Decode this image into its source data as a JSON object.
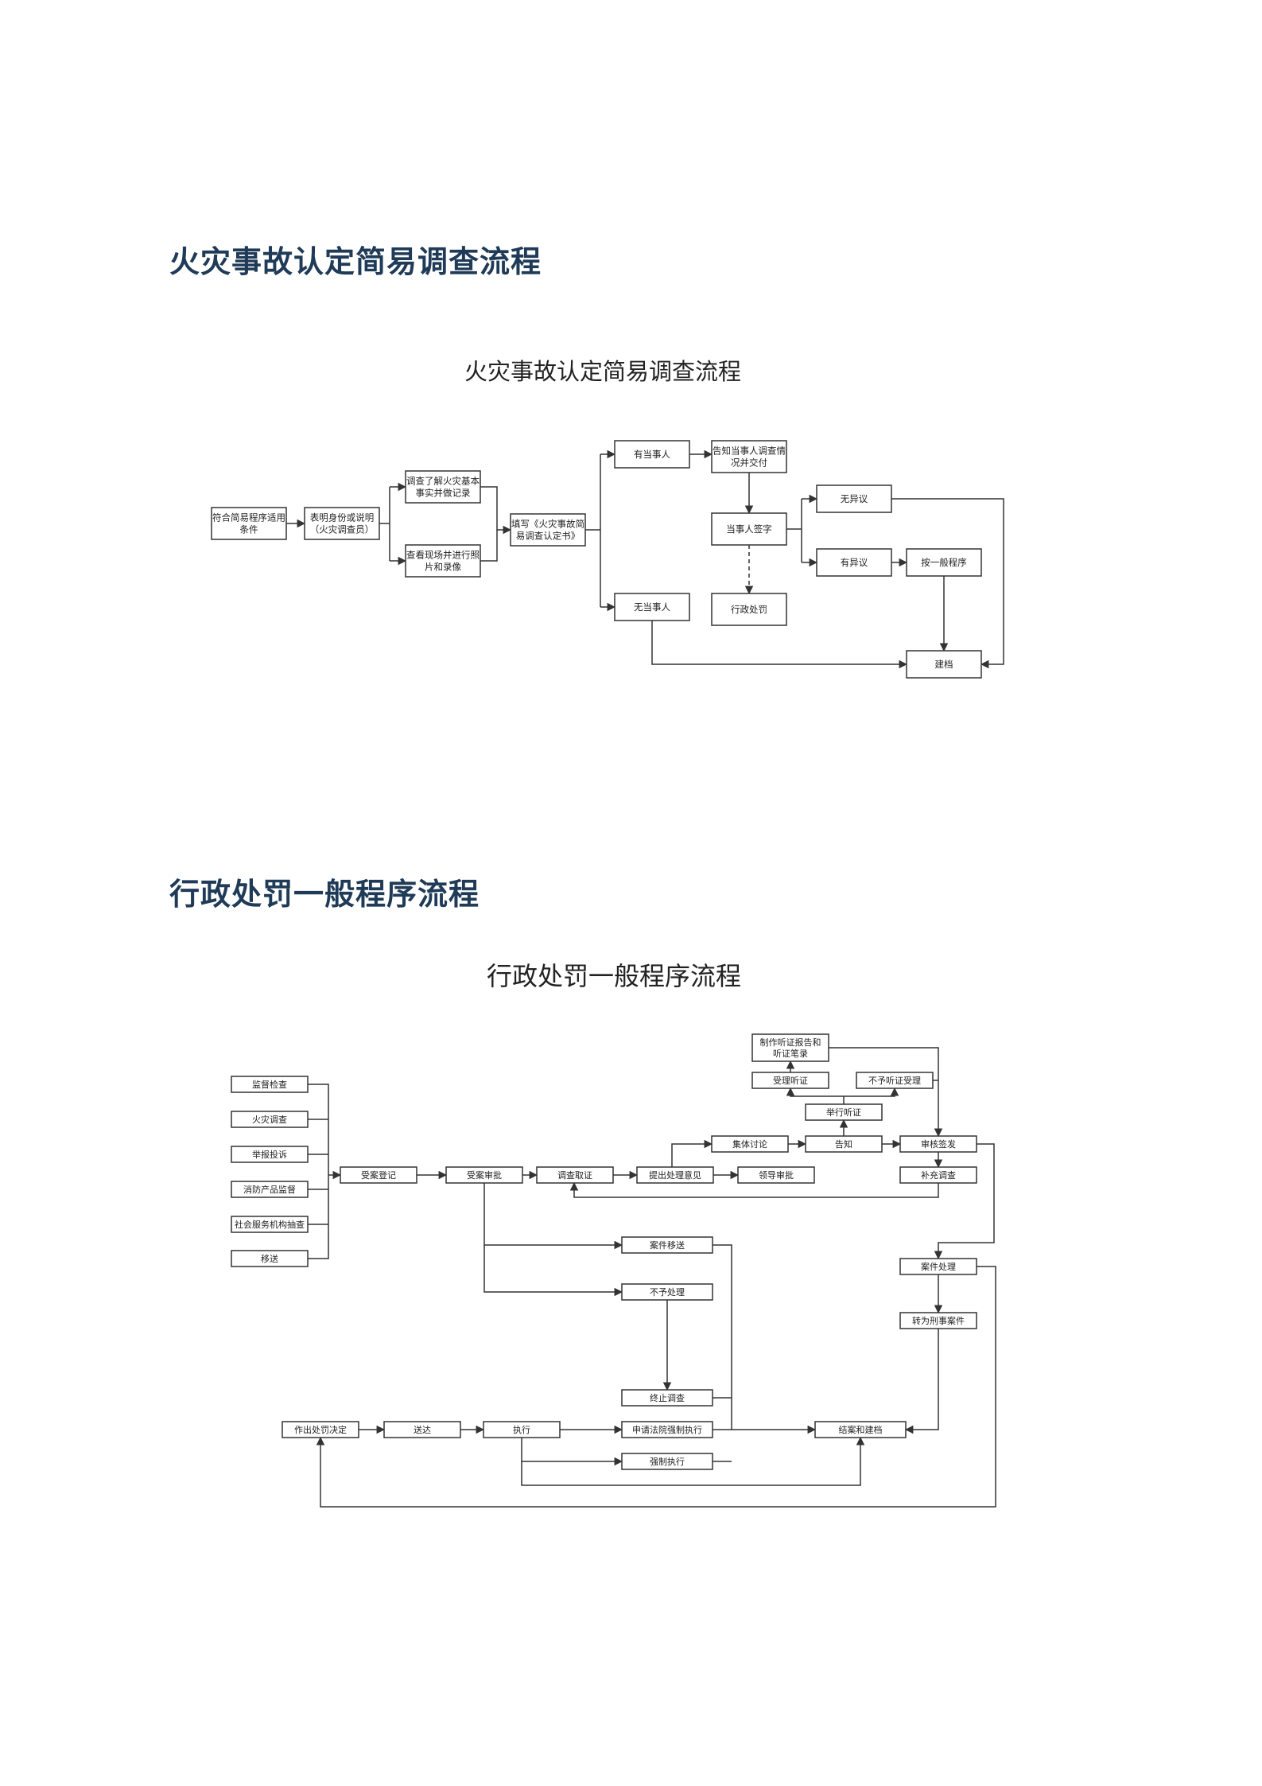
{
  "section1": {
    "heading": "火灾事故认定简易调查流程",
    "diagram_title": "火灾事故认定简易调查流程",
    "nodes": {
      "meet": [
        "符合简易程序适用",
        "条件"
      ],
      "identify": [
        "表明身份或说明",
        "（火灾调查员）"
      ],
      "inquiry": [
        "调查了解火灾基本",
        "事实并做记录"
      ],
      "scene": [
        "查看现场并进行照",
        "片和录像"
      ],
      "fill": [
        "填写《火灾事故简",
        "易调查认定书》"
      ],
      "has_party": [
        "有当事人"
      ],
      "no_party": [
        "无当事人"
      ],
      "notify": [
        "告知当事人调查情",
        "况并交付"
      ],
      "sign": [
        "当事人签字"
      ],
      "penalty": [
        "行政处罚"
      ],
      "no_objection": [
        "无异议"
      ],
      "objection": [
        "有异议"
      ],
      "general": [
        "按一般程序"
      ],
      "archive": [
        "建档"
      ]
    }
  },
  "section2": {
    "heading": "行政处罚一般程序流程",
    "diagram_title": "行政处罚一般程序流程",
    "nodes": {
      "src1": [
        "监督检查"
      ],
      "src2": [
        "火灾调查"
      ],
      "src3": [
        "举报投诉"
      ],
      "src4": [
        "消防产品监督"
      ],
      "src5": [
        "社会服务机构抽查"
      ],
      "src6": [
        "移送"
      ],
      "register": [
        "受案登记"
      ],
      "approve": [
        "受案审批"
      ],
      "investigate": [
        "调查取证"
      ],
      "propose": [
        "提出处理意见"
      ],
      "leader": [
        "领导审批"
      ],
      "collective": [
        "集体讨论"
      ],
      "inform": [
        "告知"
      ],
      "review": [
        "审核签发"
      ],
      "supplement": [
        "补充调查"
      ],
      "hold_hearing": [
        "举行听证"
      ],
      "accept_hearing": [
        "受理听证"
      ],
      "reject_hearing": [
        "不予听证受理"
      ],
      "hearing_record": [
        "制作听证报告和",
        "听证笔录"
      ],
      "transfer": [
        "案件移送"
      ],
      "not_handle": [
        "不予处理"
      ],
      "case_handle": [
        "案件处理"
      ],
      "criminal": [
        "转为刑事案件"
      ],
      "terminate": [
        "终止调查"
      ],
      "decision": [
        "作出处罚决定"
      ],
      "deliver": [
        "送达"
      ],
      "execute": [
        "执行"
      ],
      "court": [
        "申请法院强制执行"
      ],
      "enforce": [
        "强制执行"
      ],
      "close": [
        "结案和建档"
      ]
    }
  }
}
